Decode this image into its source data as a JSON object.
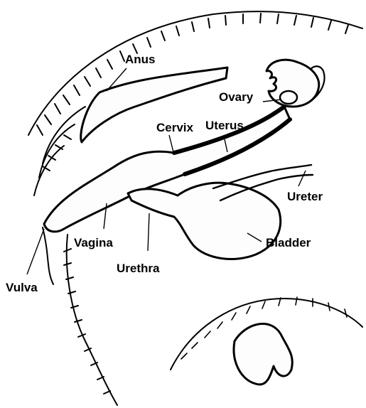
{
  "diagram": {
    "labels": {
      "anus": "Anus",
      "ovary": "Ovary",
      "cervix": "Cervix",
      "uterus": "Uterus",
      "ureter": "Ureter",
      "vagina": "Vagina",
      "bladder": "Bladder",
      "urethra": "Urethra",
      "vulva": "Vulva"
    },
    "colors": {
      "ink": "#000000",
      "paper": "#ffffff"
    }
  }
}
